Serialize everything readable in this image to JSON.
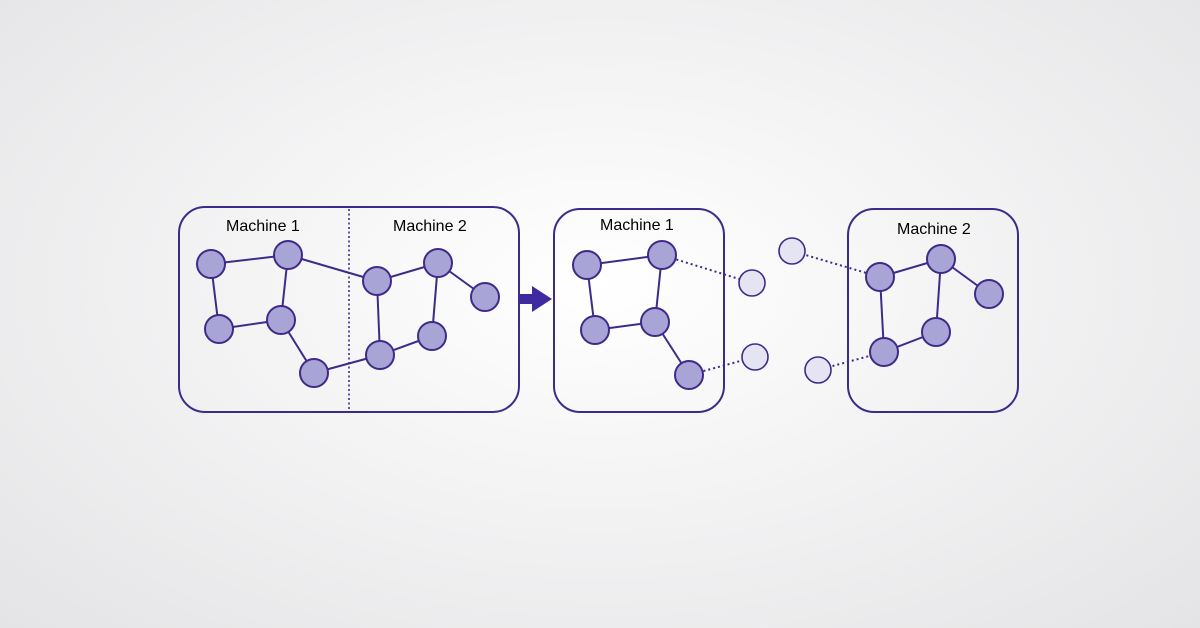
{
  "labels": {
    "before_machine_1": "Machine 1",
    "before_machine_2": "Machine 2",
    "after_machine_1": "Machine 1",
    "after_machine_2": "Machine 2"
  },
  "colors": {
    "stroke": "#3f2a8a",
    "node_fill": "#a8a5d6",
    "ghost_node_fill": "#e5e4f3",
    "arrow": "#3f2aa0"
  }
}
